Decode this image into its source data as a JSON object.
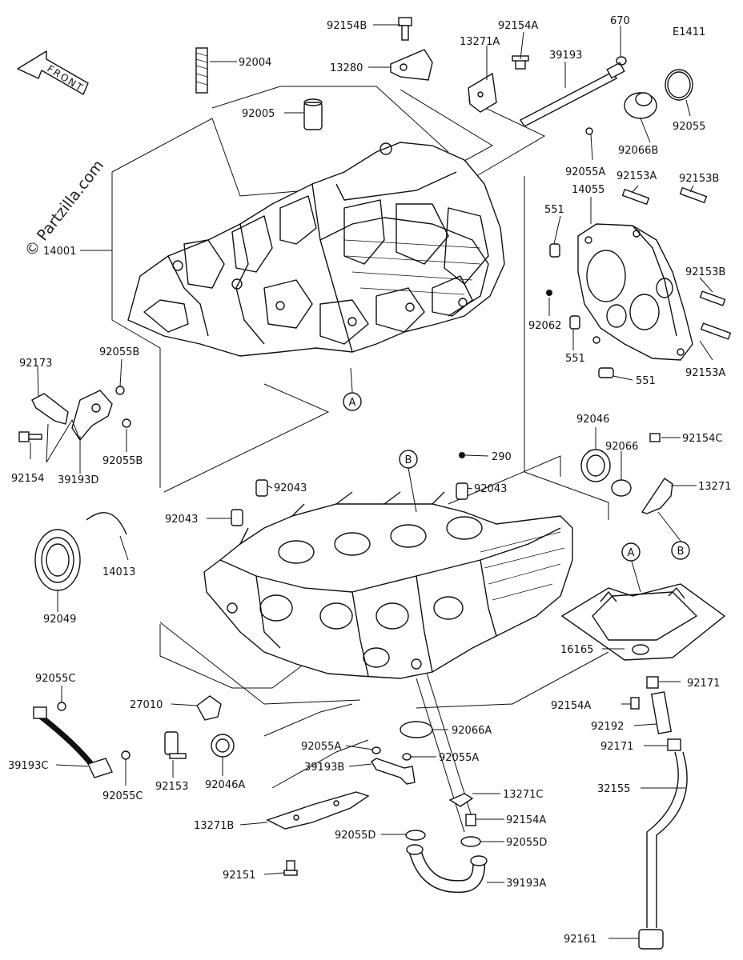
{
  "diagram_code": "E1411",
  "watermark": "© Partzilla.com",
  "front_label": "FRONT",
  "refs": {
    "a": "A",
    "b": "B"
  },
  "parts": {
    "p92154B": "92154B",
    "p92154A_top": "92154A",
    "p670": "670",
    "p13271A": "13271A",
    "p39193": "39193",
    "p13280": "13280",
    "p92004": "92004",
    "p92005": "92005",
    "p92055": "92055",
    "p92066B": "92066B",
    "p92055A_top": "92055A",
    "p92153A_top": "92153A",
    "p92153B_top": "92153B",
    "p14055": "14055",
    "p551_top": "551",
    "p14001": "14001",
    "p92153B_mid": "92153B",
    "p92062": "92062",
    "p551_mid": "551",
    "p92153A_mid": "92153A",
    "p551_bot": "551",
    "p92055B_top": "92055B",
    "p92173": "92173",
    "p92055B_bot": "92055B",
    "p92154_left": "92154",
    "p39193D": "39193D",
    "p92046": "92046",
    "p92066": "92066",
    "p92154C": "92154C",
    "p290": "290",
    "p92043_a": "92043",
    "p92043_b": "92043",
    "p92043_c": "92043",
    "p13271": "13271",
    "p14013": "14013",
    "p92049": "92049",
    "p16165": "16165",
    "p92171_top": "92171",
    "p92055C_top": "92055C",
    "p27010": "27010",
    "p92154A_mid": "92154A",
    "p92192": "92192",
    "p92066A": "92066A",
    "p92171_bot": "92171",
    "p92055A_mid": "92055A",
    "p92055A_right": "92055A",
    "p39193C": "39193C",
    "p39193B": "39193B",
    "p92055C_bot": "92055C",
    "p92153_bot": "92153",
    "p92046A": "92046A",
    "p32155": "32155",
    "p13271C": "13271C",
    "p92154A_bot": "92154A",
    "p13271B": "13271B",
    "p92055D_left": "92055D",
    "p92055D_right": "92055D",
    "p92151": "92151",
    "p39193A": "39193A",
    "p92161": "92161"
  }
}
